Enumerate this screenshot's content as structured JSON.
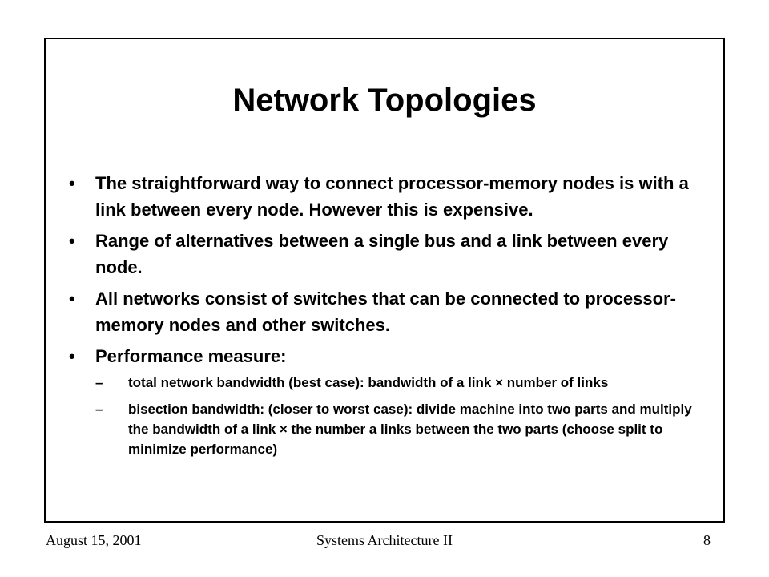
{
  "slide": {
    "title": "Network Topologies",
    "bullet_marker": "•",
    "sub_marker": "–",
    "bullets": [
      "The straightforward way to connect processor-memory nodes is with a link between every node.  However this is expensive.",
      "Range of alternatives between a single bus and a link between every node.",
      "All networks consist of switches that can be connected to processor-memory nodes and other switches.",
      "Performance measure:"
    ],
    "sub_bullets": [
      "total network bandwidth (best case): bandwidth of a link × number of links",
      "bisection bandwidth: (closer to worst case): divide machine into two parts and multiply the bandwidth of a link × the number a links between the two parts (choose split to minimize performance)"
    ]
  },
  "footer": {
    "date": "August 15, 2001",
    "course": "Systems Architecture II",
    "page": "8"
  }
}
